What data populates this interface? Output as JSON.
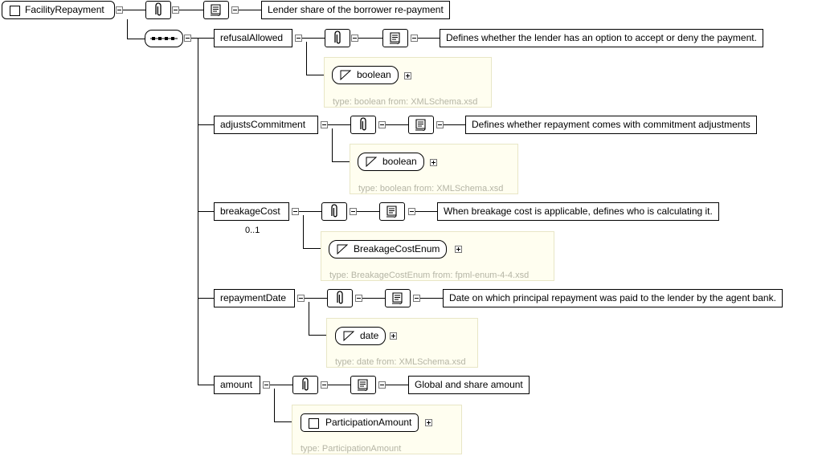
{
  "root": {
    "name": "FacilityRepayment",
    "documentation": "Lender share of the borrower re-payment"
  },
  "elements": [
    {
      "name": "refusalAllowed",
      "documentation": "Defines whether the lender has an option to accept or deny the payment.",
      "type_name": "boolean",
      "type_caption": "type: boolean from: XMLSchema.xsd",
      "type_kind": "simple",
      "occurrence": ""
    },
    {
      "name": "adjustsCommitment",
      "documentation": "Defines whether repayment comes with commitment adjustments",
      "type_name": "boolean",
      "type_caption": "type: boolean from: XMLSchema.xsd",
      "type_kind": "simple",
      "occurrence": ""
    },
    {
      "name": "breakageCost",
      "documentation": "When breakage cost is applicable, defines who is calculating it.",
      "type_name": "BreakageCostEnum",
      "type_caption": "type: BreakageCostEnum from: fpml-enum-4-4.xsd",
      "type_kind": "simple",
      "occurrence": "0..1"
    },
    {
      "name": "repaymentDate",
      "documentation": "Date on which principal repayment was paid to the lender by the agent bank.",
      "type_name": "date",
      "type_caption": "type: date from: XMLSchema.xsd",
      "type_kind": "simple",
      "occurrence": ""
    },
    {
      "name": "amount",
      "documentation": "Global and share amount",
      "type_name": "ParticipationAmount",
      "type_caption": "type: ParticipationAmount",
      "type_kind": "complex",
      "occurrence": ""
    }
  ]
}
